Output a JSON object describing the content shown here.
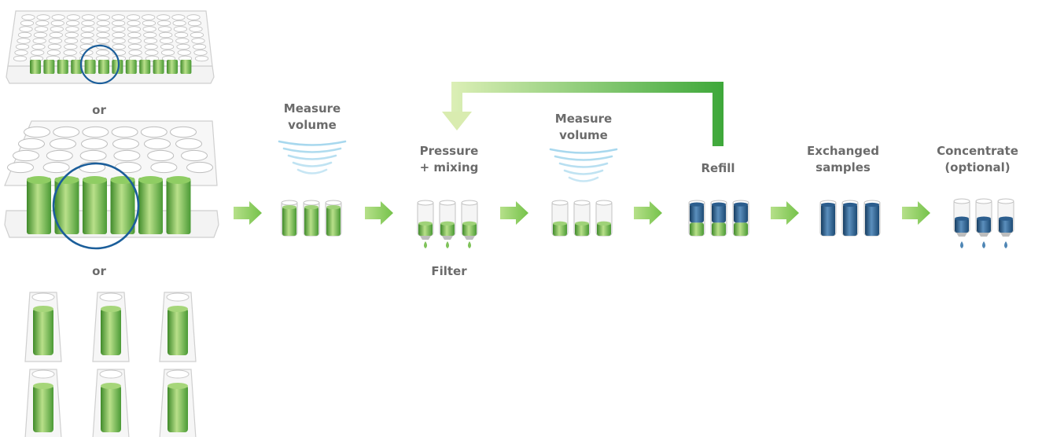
{
  "labels": {
    "or_1": "or",
    "or_2": "or",
    "measure_volume_1": [
      "Measure",
      "volume"
    ],
    "pressure_mixing": [
      "Pressure",
      "+ mixing"
    ],
    "filter": "Filter",
    "measure_volume_2": [
      "Measure",
      "volume"
    ],
    "refill": "Refill",
    "exchanged_samples": [
      "Exchanged",
      "samples"
    ],
    "concentrate": [
      "Concentrate",
      "(optional)"
    ]
  },
  "colors": {
    "green_light": "#cfe8a8",
    "green": "#6dbb45",
    "green_dark": "#3f8a2a",
    "blue": "#1e4e79",
    "blue_light": "#4f86b5",
    "arrow": "#8fcf55",
    "loop_light": "#d9ecb0",
    "loop_dark": "#4cae3e",
    "ring": "#1b5e9a",
    "text": "#6b6b6b",
    "wave": "#9fd4ec"
  }
}
